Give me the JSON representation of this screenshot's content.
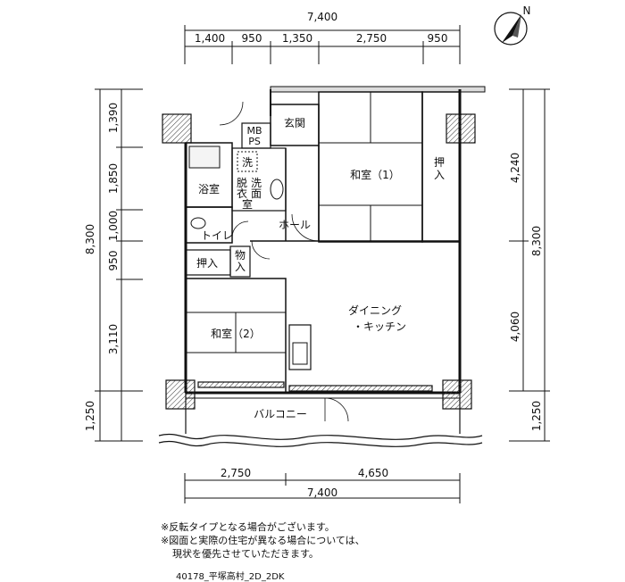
{
  "dimensions": {
    "top_total": "7,400",
    "top_segments": [
      "1,400",
      "950",
      "1,350",
      "2,750",
      "950"
    ],
    "bottom_segments": [
      "2,750",
      "4,650"
    ],
    "bottom_total": "7,400",
    "left_total": "8,300",
    "left_segments": [
      "1,390",
      "1,850",
      "1,000",
      "950",
      "3,110",
      "1,250"
    ],
    "right_segments": [
      "4,240",
      "4,060"
    ],
    "right_total": "8,300",
    "right_balcony": "1,250"
  },
  "rooms": {
    "entrance": "玄関",
    "mb_ps_line1": "MB",
    "mb_ps_line2": "PS",
    "washer": "洗",
    "bathroom": "浴室",
    "dressing_line1": "脱",
    "dressing_line2": "衣",
    "dressing_line3": "室",
    "washbasin_line1": "洗",
    "washbasin_line2": "面",
    "toilet": "トイレ",
    "hall": "ホール",
    "washitsu1": "和室（1）",
    "closet_right_1": "押",
    "closet_right_2": "入",
    "closet_left": "押入",
    "storage_1": "物",
    "storage_2": "入",
    "washitsu2": "和室（2）",
    "dining_line1": "ダイニング",
    "dining_line2": "・キッチン",
    "balcony": "バルコニー"
  },
  "compass": {
    "label": "N",
    "icon": "compass-north-icon"
  },
  "notes": [
    "※反転タイプとなる場合がございます。",
    "※図面と実際の住宅が異なる場合については、",
    "現状を優先させていただきます。"
  ],
  "code": "40178_平塚高村_2D_2DK"
}
